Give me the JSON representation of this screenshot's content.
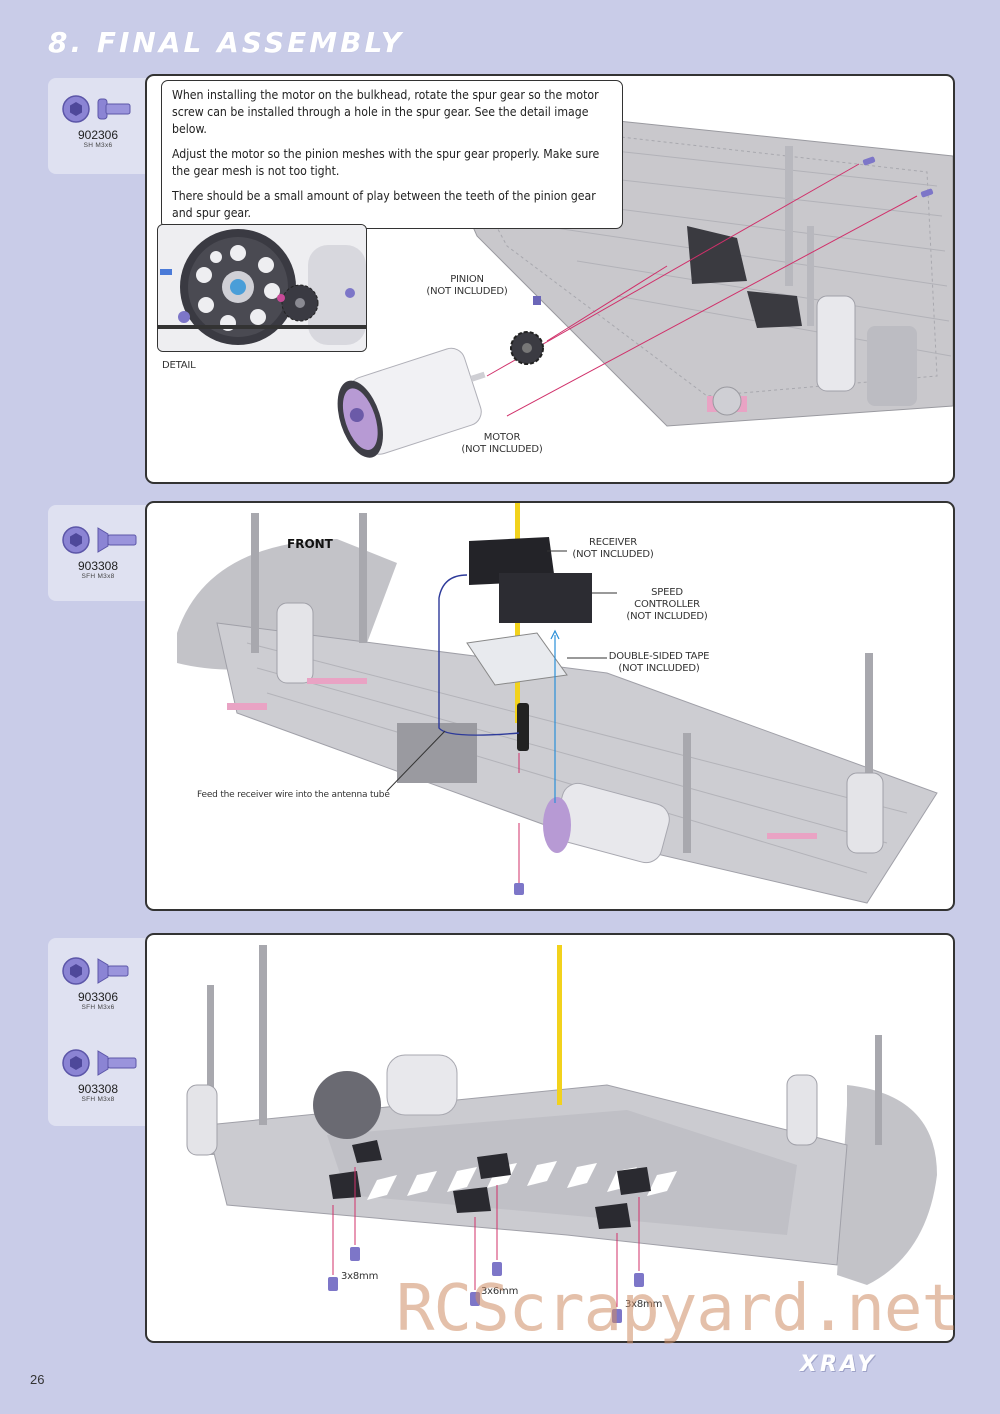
{
  "section_title": "8. FINAL ASSEMBLY",
  "page_number": "26",
  "logo_text": "XRAY",
  "watermark": "RCScrapyard.net",
  "step1": {
    "part": {
      "number": "902306",
      "desc": "SH M3x6"
    },
    "instructions": [
      "When installing the motor on the bulkhead, rotate the spur gear so the motor screw can be installed through a hole in the spur gear. See the detail image below.",
      "Adjust the motor so the pinion meshes with the spur gear properly. Make sure the gear mesh is not too tight.",
      "There should be a small amount of play between the teeth of the pinion gear and spur gear."
    ],
    "detail_label": "DETAIL",
    "pinion_label": [
      "PINION",
      "(NOT INCLUDED)"
    ],
    "motor_label": [
      "MOTOR",
      "(NOT INCLUDED)"
    ]
  },
  "step2": {
    "part": {
      "number": "903308",
      "desc": "SFH M3x8"
    },
    "front_label": "FRONT",
    "receiver_label": [
      "RECEIVER",
      "(NOT INCLUDED)"
    ],
    "esc_label": [
      "SPEED CONTROLLER",
      "(NOT INCLUDED)"
    ],
    "tape_label": [
      "DOUBLE-SIDED TAPE",
      "(NOT INCLUDED)"
    ],
    "wire_note": "Feed the receiver wire into the antenna tube"
  },
  "step3": {
    "parts": [
      {
        "number": "903306",
        "desc": "SFH M3x6"
      },
      {
        "number": "903308",
        "desc": "SFH M3x8"
      }
    ],
    "screw_labels": [
      "3x8mm",
      "3x6mm",
      "3x8mm"
    ]
  },
  "colors": {
    "background": "#c9cce8",
    "tab": "#dfe1f1",
    "screw": "#7d76c8",
    "guide_line": "#d0306a",
    "antenna": "#f2d21c",
    "arrow_blue": "#2a8fd8"
  }
}
